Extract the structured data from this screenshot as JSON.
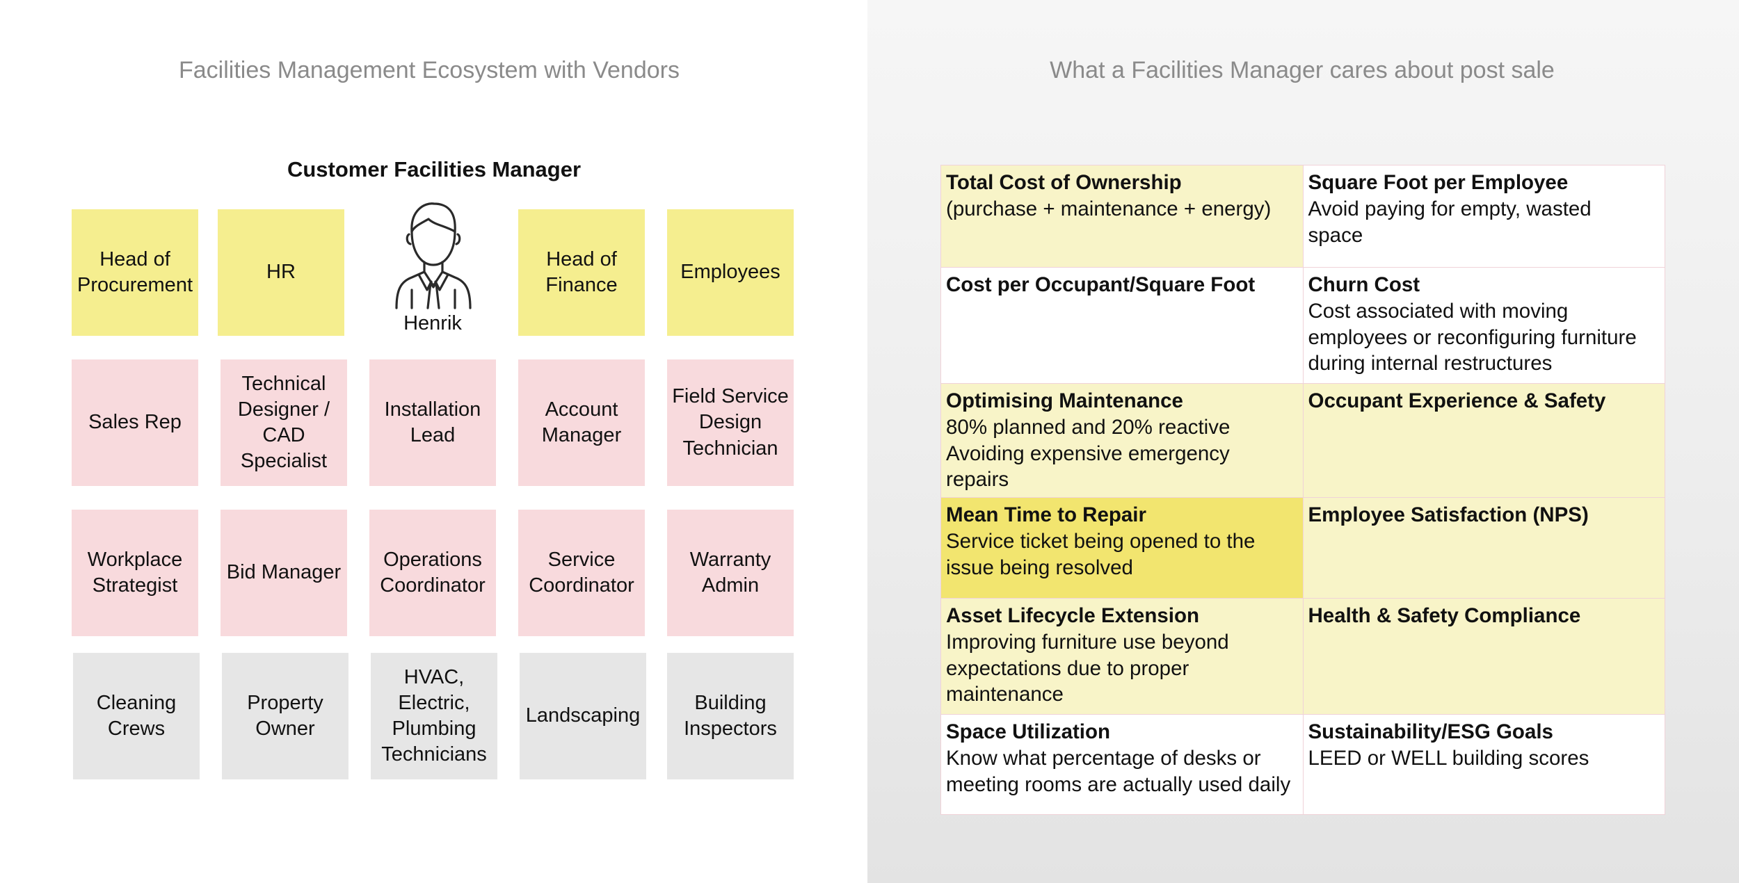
{
  "left": {
    "title": "Facilities Management Ecosystem with Vendors",
    "customer_label": "Customer Facilities Manager",
    "avatar_name": "Henrik",
    "row1": [
      "Head of\nProcurement",
      "HR",
      "Head of\nFinance",
      "Employees"
    ],
    "row2": [
      "Sales Rep",
      "Technical\nDesigner /\nCAD\nSpecialist",
      "Installation\nLead",
      "Account\nManager",
      "Field Service\nDesign\nTechnician"
    ],
    "row3": [
      "Workplace\nStrategist",
      "Bid Manager",
      "Operations\nCoordinator",
      "Service\nCoordinator",
      "Warranty\nAdmin"
    ],
    "row4": [
      "Cleaning\nCrews",
      "Property\nOwner",
      "HVAC,\nElectric,\nPlumbing\nTechnicians",
      "Landscaping",
      "Building\nInspectors"
    ]
  },
  "right": {
    "title": "What a Facilities Manager cares about post sale",
    "cells": [
      {
        "heading": "Total Cost of Ownership",
        "body": "(purchase + maintenance + energy)",
        "color": "#f8f4c8"
      },
      {
        "heading": "Square Foot per Employee",
        "body": "Avoid paying for empty, wasted\nspace",
        "color": "#ffffff"
      },
      {
        "heading": "Cost per Occupant/Square Foot",
        "body": "",
        "color": "#ffffff"
      },
      {
        "heading": "Churn Cost",
        "body": "Cost associated with moving\nemployees or reconfiguring furniture\nduring internal restructures",
        "color": "#ffffff"
      },
      {
        "heading": "Optimising Maintenance",
        "body": "80% planned and 20% reactive\nAvoiding expensive emergency\nrepairs",
        "color": "#f8f4c8"
      },
      {
        "heading": "Occupant Experience & Safety",
        "body": "",
        "color": "#f8f4c8"
      },
      {
        "heading": "Mean Time to Repair",
        "body": "Service ticket being opened to the\nissue being resolved",
        "color": "#f2e56f"
      },
      {
        "heading": "Employee Satisfaction (NPS)",
        "body": "",
        "color": "#f8f4c8"
      },
      {
        "heading": "Asset Lifecycle Extension",
        "body": "Improving furniture use beyond\nexpectations due to proper\nmaintenance",
        "color": "#f8f4c8"
      },
      {
        "heading": "Health & Safety Compliance",
        "body": "",
        "color": "#f8f4c8"
      },
      {
        "heading": "Space Utilization",
        "body": "Know what percentage of desks or\nmeeting rooms are actually used daily",
        "color": "#ffffff"
      },
      {
        "heading": "Sustainability/ESG Goals",
        "body": "LEED or WELL building scores",
        "color": "#ffffff"
      }
    ]
  }
}
